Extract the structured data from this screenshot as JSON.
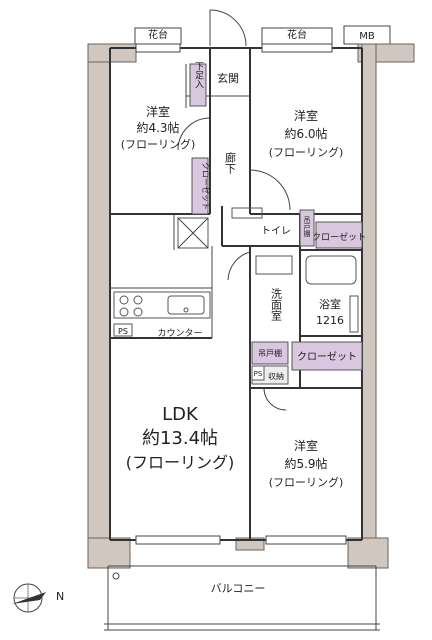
{
  "rooms": {
    "western_room_1": {
      "name": "洋室",
      "size": "約4.3帖",
      "floor": "(フローリング)"
    },
    "western_room_2": {
      "name": "洋室",
      "size": "約6.0帖",
      "floor": "(フローリング)"
    },
    "western_room_3": {
      "name": "洋室",
      "size": "約5.9帖",
      "floor": "(フローリング)"
    },
    "ldk": {
      "name": "LDK",
      "size": "約13.4帖",
      "floor": "(フローリング)"
    }
  },
  "labels": {
    "flower_bed_left": "花台",
    "flower_bed_right": "花台",
    "mb": "MB",
    "genkan": "玄関",
    "shoe_storage": "下足入",
    "corridor": "廊下",
    "closet_small": "クローゼット",
    "toilet": "トイレ",
    "closet_toilet": "クローゼット",
    "linen_shelf": "吊戸棚",
    "washroom": "洗面室",
    "bath": "浴室",
    "bath_size": "1216",
    "storage": "吊戸棚",
    "storage_bottom": "収納",
    "closet_large": "クローゼット",
    "ps_left": "PS",
    "ps_right": "PS",
    "counter": "カウンター",
    "balcony": "バルコニー",
    "north": "N"
  },
  "colors": {
    "wall": "#d0c8c0",
    "closet": "#d9c6df",
    "line": "#333333"
  }
}
